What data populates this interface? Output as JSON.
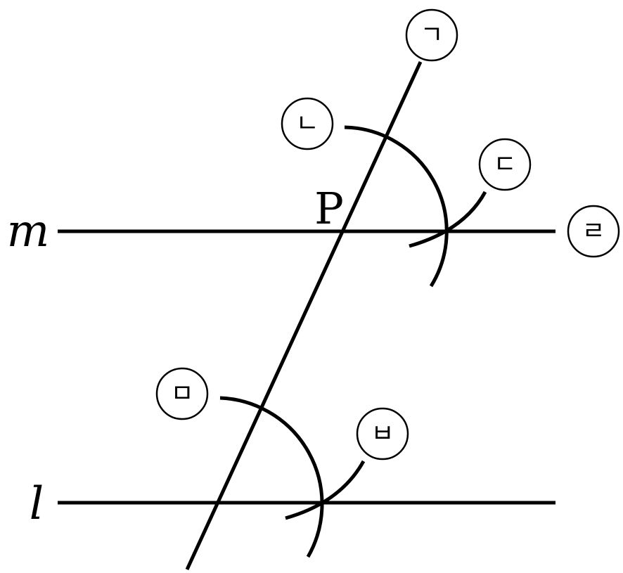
{
  "diagram": {
    "lines": {
      "m_label": "m",
      "l_label": "l"
    },
    "point": {
      "p_label": "P"
    },
    "steps": [
      "ㄱ",
      "ㄴ",
      "ㄷ",
      "ㄹ",
      "ㅁ",
      "ㅂ"
    ]
  }
}
